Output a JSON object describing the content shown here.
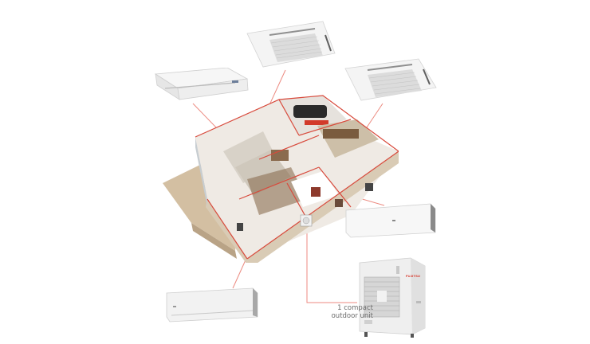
{
  "diagram": {
    "type": "multi-split air conditioning system illustration",
    "background": "#ffffff",
    "connector_color": "#e8756a",
    "house": {
      "label": "cutaway house with multiple rooms",
      "wall_color": "#d9cbb5",
      "floor_color": "#c9b396",
      "edge_color": "#d84a3c"
    },
    "indoor_units": [
      {
        "id": "ceiling-floor-unit",
        "kind": "ceiling suspended unit"
      },
      {
        "id": "cassette-unit-1",
        "kind": "4-way ceiling cassette"
      },
      {
        "id": "cassette-unit-2",
        "kind": "4-way ceiling cassette"
      },
      {
        "id": "wall-unit-right",
        "kind": "wall-mounted unit (flat panel)"
      },
      {
        "id": "wall-unit-left",
        "kind": "wall-mounted unit"
      }
    ],
    "outdoor_unit": {
      "brand_mark": "FUJITSU",
      "brand_color": "#d52b1e",
      "caption_line1": "1 compact",
      "caption_line2": "outdoor unit"
    }
  }
}
